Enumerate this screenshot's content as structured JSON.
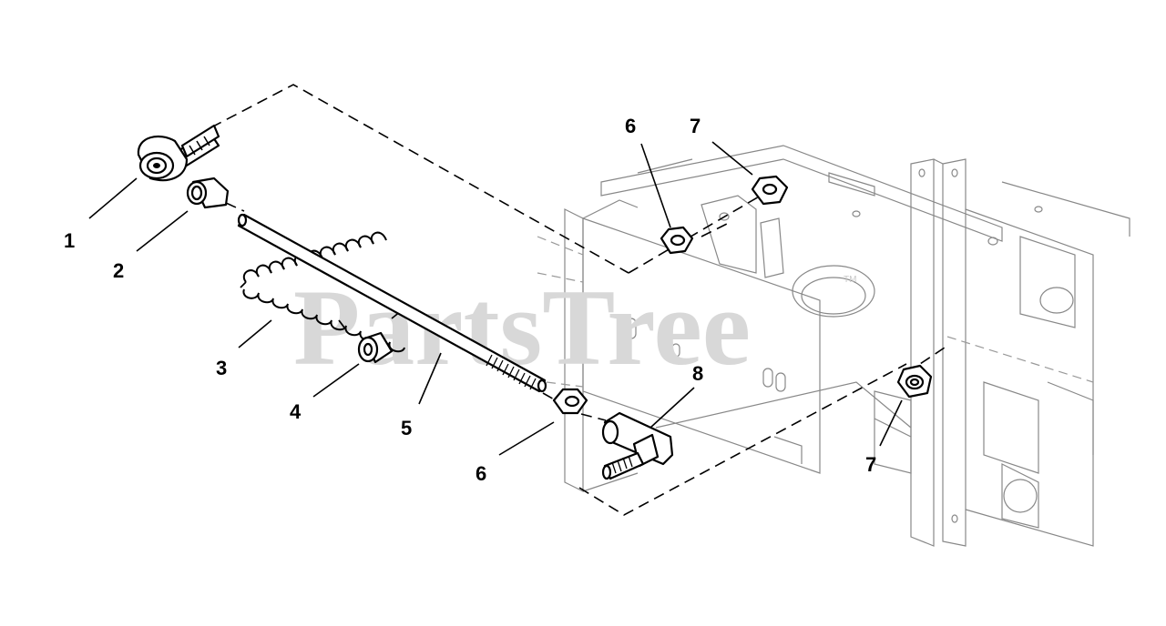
{
  "watermark": {
    "text": "PartsTree",
    "tm": "TM"
  },
  "callouts": [
    {
      "id": "1",
      "label": "1"
    },
    {
      "id": "2",
      "label": "2"
    },
    {
      "id": "3",
      "label": "3"
    },
    {
      "id": "4",
      "label": "4"
    },
    {
      "id": "5",
      "label": "5"
    },
    {
      "id": "6a",
      "label": "6"
    },
    {
      "id": "6b",
      "label": "6"
    },
    {
      "id": "7a",
      "label": "7"
    },
    {
      "id": "7b",
      "label": "7"
    },
    {
      "id": "8",
      "label": "8"
    }
  ],
  "colors": {
    "line": "#000000",
    "frame": "#888888",
    "watermark": "#d8d8d8"
  }
}
